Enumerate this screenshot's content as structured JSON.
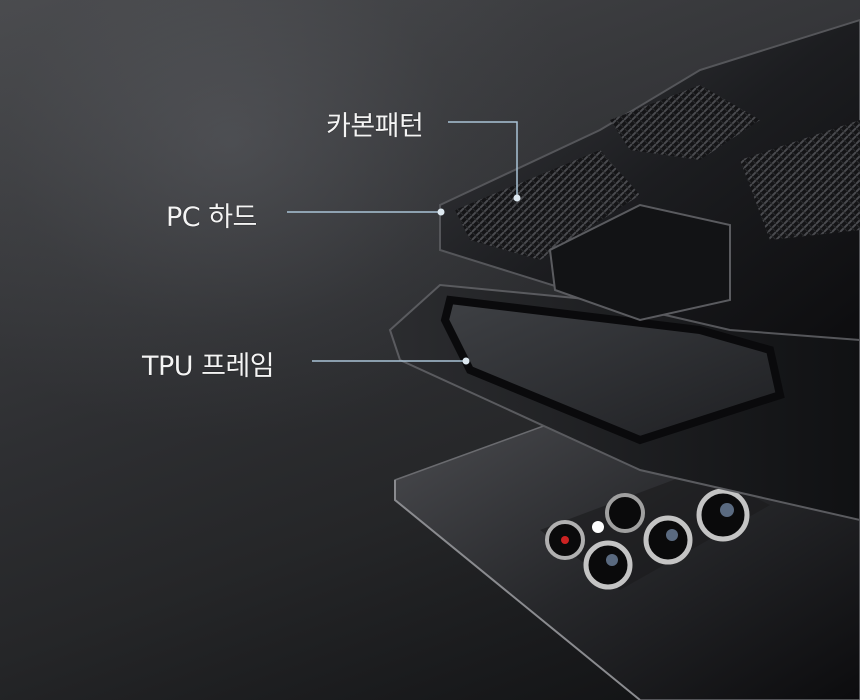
{
  "callouts": [
    {
      "id": "carbon",
      "label": "카본패턴"
    },
    {
      "id": "pc",
      "label": "PC 하드"
    },
    {
      "id": "tpu",
      "label": "TPU 프레임"
    }
  ],
  "colors": {
    "line": "#a9c3d6",
    "text": "#f2f2f2"
  }
}
